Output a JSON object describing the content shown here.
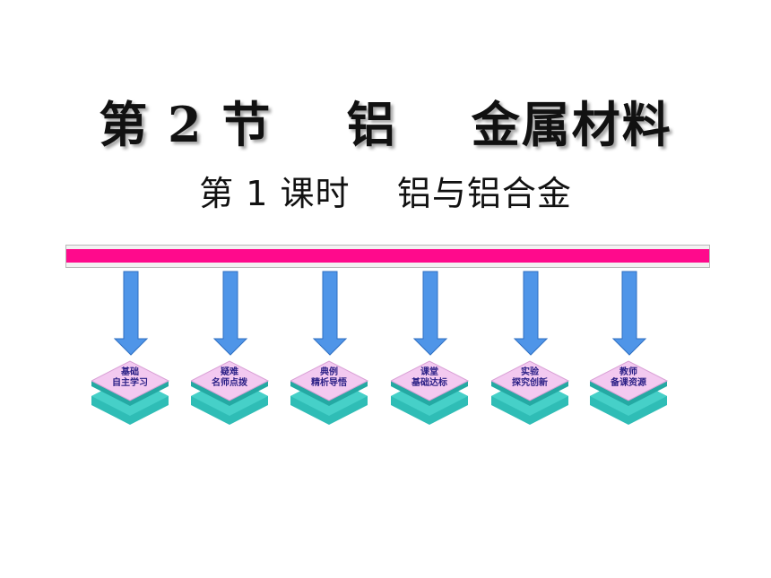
{
  "title": "第 2 节    铝    金属材料",
  "subtitle": "第 1 课时    铝与铝合金",
  "colors": {
    "accent_bar": "#ff0a8c",
    "arrow": "#4f95e8",
    "tile_top": "#f3c9f0",
    "tile_side": "#2fbdb6",
    "label_text": "#2a1f86"
  },
  "nav": [
    {
      "line1": "基础",
      "line2": "自主学习"
    },
    {
      "line1": "疑难",
      "line2": "名师点拨"
    },
    {
      "line1": "典例",
      "line2": "精析导悟"
    },
    {
      "line1": "课堂",
      "line2": "基础达标"
    },
    {
      "line1": "实验",
      "line2": "探究创新"
    },
    {
      "line1": "教师",
      "line2": "备课资源"
    }
  ]
}
